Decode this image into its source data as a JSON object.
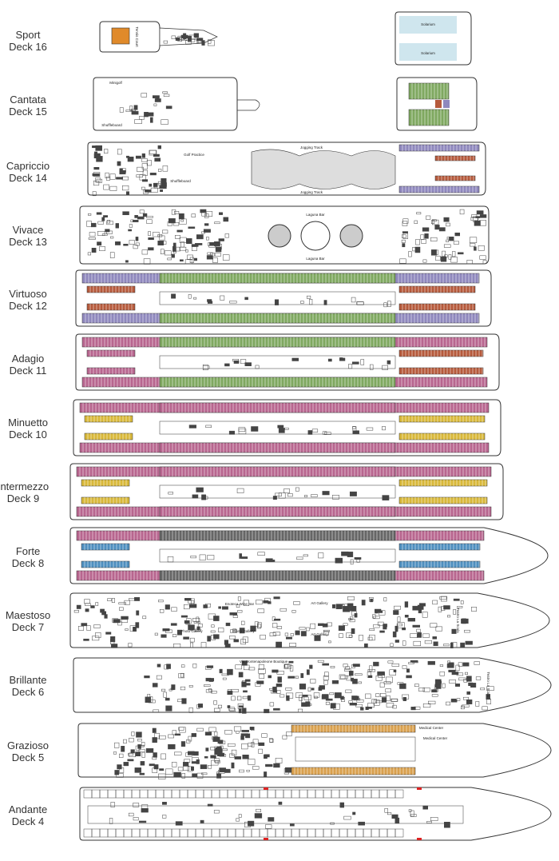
{
  "decks": [
    {
      "name": "Sport",
      "number": "Deck 16"
    },
    {
      "name": "Cantata",
      "number": "Deck 15"
    },
    {
      "name": "Capriccio",
      "number": "Deck 14"
    },
    {
      "name": "Vivace",
      "number": "Deck 13"
    },
    {
      "name": "Virtuoso",
      "number": "Deck 12"
    },
    {
      "name": "Adagio",
      "number": "Deck 11"
    },
    {
      "name": "Minuetto",
      "number": "Deck 10"
    },
    {
      "name": "Intermezzo",
      "number": "Deck 9"
    },
    {
      "name": "Forte",
      "number": "Deck 8"
    },
    {
      "name": "Maestoso",
      "number": "Deck 7"
    },
    {
      "name": "Brillante",
      "number": "Deck 6"
    },
    {
      "name": "Grazioso",
      "number": "Deck 5"
    },
    {
      "name": "Andante",
      "number": "Deck 4"
    }
  ],
  "rooms": {
    "solarium": "Solarium",
    "tennis": "Tennis Court",
    "minigolf": "Minigolf",
    "shuffleboard": "Shuffleboard",
    "golf_practice": "Golf Practice",
    "jogging_track": "Jogging Track",
    "laguna_bar": "Laguna Bar",
    "teatro": "Teatro La Scala",
    "photo_gallery": "Photo Gallery",
    "art_gallery": "Art Gallery",
    "wine_bar": "Enoteca Wine Bar",
    "boutique": "Via Montenapoleone Boutique",
    "medical": "Medical Center"
  },
  "colors": {
    "pink_cabins": "#b8668f",
    "green_cabins": "#7fa860",
    "purple_cabins": "#8f88bd",
    "red_cabins": "#b65a3c",
    "yellow_cabins": "#d8b83a",
    "blue_cabins": "#4f8fbf",
    "orange_cabins": "#d9a04e",
    "solarium": "#cfe6ee",
    "tennis": "#e08a2a"
  }
}
